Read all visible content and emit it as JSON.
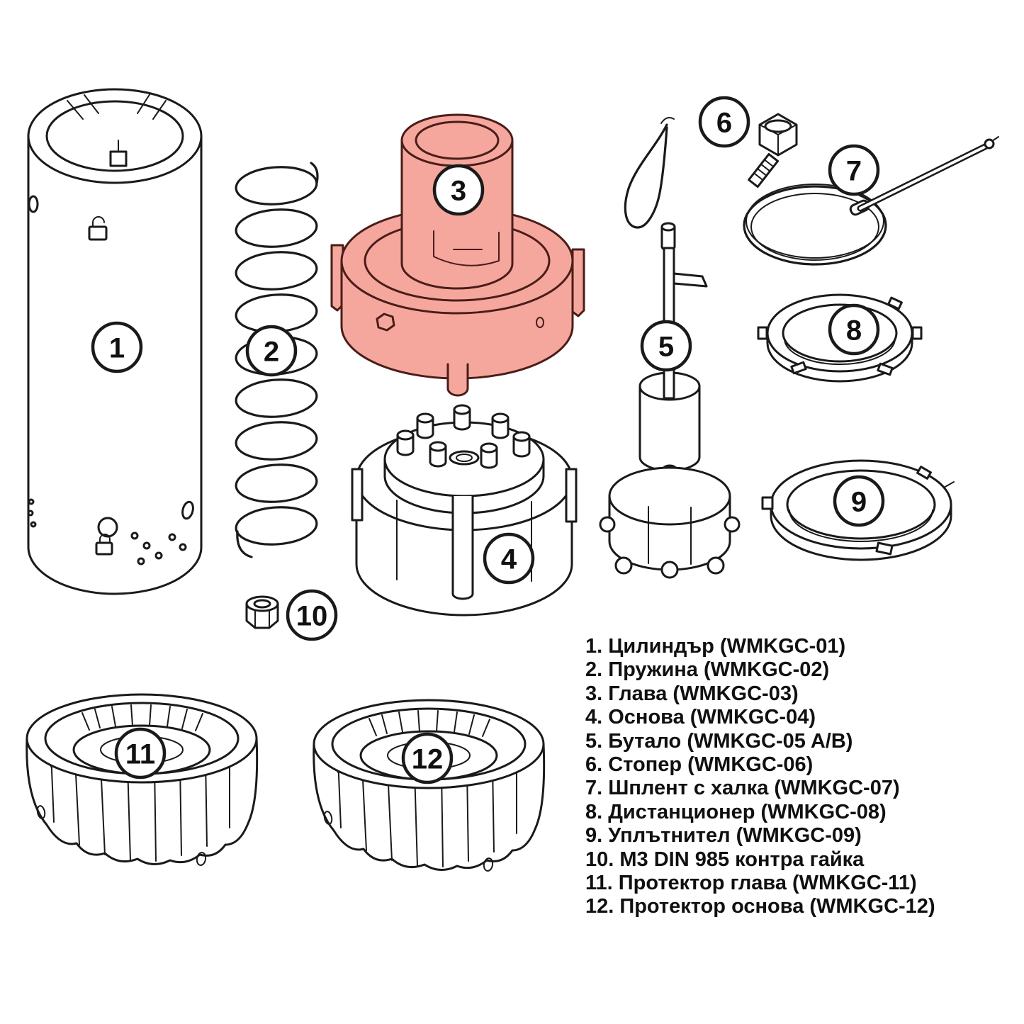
{
  "colors": {
    "background": "#ffffff",
    "line": "#1a1a1a",
    "highlight_fill": "#f5a79e",
    "highlight_stroke": "#4a1d18"
  },
  "parts": [
    {
      "number": "1",
      "name": "Цилиндър",
      "code": "WMKGC-01",
      "legend": "1. Цилиндър (WMKGC-01)",
      "highlighted": false
    },
    {
      "number": "2",
      "name": "Пружина",
      "code": "WMKGC-02",
      "legend": "2. Пружина (WMKGC-02)",
      "highlighted": false
    },
    {
      "number": "3",
      "name": "Глава",
      "code": "WMKGC-03",
      "legend": "3. Глава (WMKGC-03)",
      "highlighted": true
    },
    {
      "number": "4",
      "name": "Основа",
      "code": "WMKGC-04",
      "legend": "4. Основа (WMKGC-04)",
      "highlighted": false
    },
    {
      "number": "5",
      "name": "Бутало",
      "code": "WMKGC-05 A/B",
      "legend": "5. Бутало (WMKGC-05 A/B)",
      "highlighted": false
    },
    {
      "number": "6",
      "name": "Стопер",
      "code": "WMKGC-06",
      "legend": "6. Стопер (WMKGC-06)",
      "highlighted": false
    },
    {
      "number": "7",
      "name": "Шплент с халка",
      "code": "WMKGC-07",
      "legend": "7. Шплент с халка (WMKGC-07)",
      "highlighted": false
    },
    {
      "number": "8",
      "name": "Дистанционер",
      "code": "WMKGC-08",
      "legend": "8. Дистанционер (WMKGC-08)",
      "highlighted": false
    },
    {
      "number": "9",
      "name": "Уплътнител",
      "code": "WMKGC-09",
      "legend": "9. Уплътнител (WMKGC-09)",
      "highlighted": false
    },
    {
      "number": "10",
      "name": "M3 DIN 985 контра гайка",
      "code": "",
      "legend": "10. M3 DIN 985 контра гайка",
      "highlighted": false
    },
    {
      "number": "11",
      "name": "Протектор глава",
      "code": "WMKGC-11",
      "legend": "11. Протектор глава (WMKGC-11)",
      "highlighted": false
    },
    {
      "number": "12",
      "name": "Протектор основа",
      "code": "WMKGC-12",
      "legend": "12. Протектор основа (WMKGC-12)",
      "highlighted": false
    }
  ]
}
